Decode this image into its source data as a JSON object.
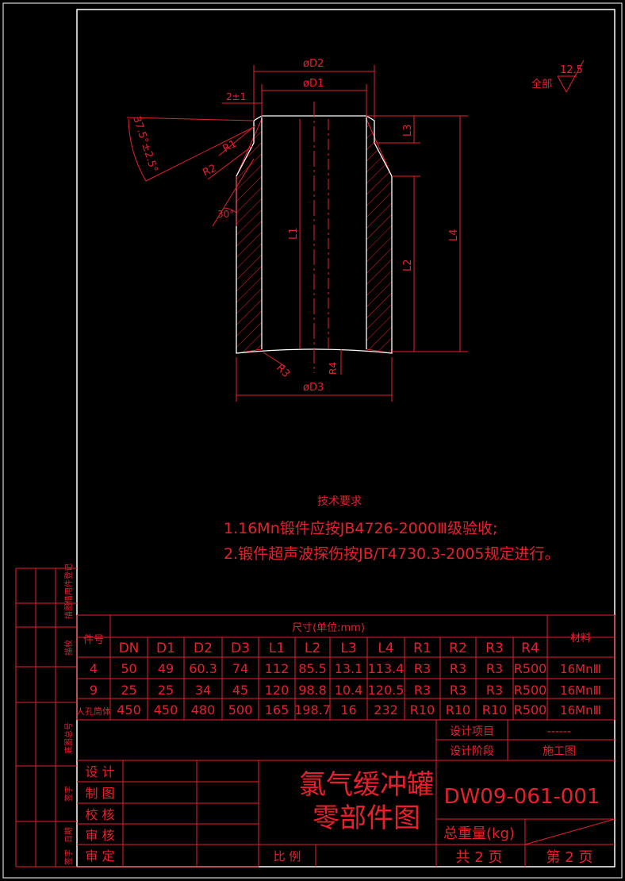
{
  "dims": {
    "d2": "øD2",
    "d1": "øD1",
    "d3": "øD3",
    "gap": "2±1",
    "angle1": "37.5°±2.5°",
    "angle2": "30°",
    "r1": "R1",
    "r2": "R2",
    "r3": "R3",
    "r4": "R4",
    "l1": "L1",
    "l2": "L2",
    "l3": "L3",
    "l4": "L4"
  },
  "roughness": {
    "label": "全部",
    "value": "12.5"
  },
  "notes": {
    "title": "技术要求",
    "line1": "1.16Mn锻件应按JB4726-2000Ⅲ级验收;",
    "line2": "2.锻件超声波探伤按JB/T4730.3-2005规定进行。"
  },
  "margin_labels": [
    "借用件登记",
    "描图",
    "描校",
    "底图总号",
    "签字",
    "日期",
    "签字"
  ],
  "table": {
    "part_no_header": "件号",
    "size_header": "尺寸(单位:mm)",
    "material_header": "材料",
    "columns": [
      "DN",
      "D1",
      "D2",
      "D3",
      "L1",
      "L2",
      "L3",
      "L4",
      "R1",
      "R2",
      "R3",
      "R4"
    ],
    "rows": [
      {
        "part": "4",
        "values": [
          "50",
          "49",
          "60.3",
          "74",
          "112",
          "85.5",
          "13.1",
          "113.4",
          "R3",
          "R3",
          "R3",
          "R500"
        ],
        "material": "16MnⅢ"
      },
      {
        "part": "9",
        "values": [
          "25",
          "25",
          "34",
          "45",
          "120",
          "98.8",
          "10.4",
          "120.5",
          "R3",
          "R3",
          "R3",
          "R500"
        ],
        "material": "16MnⅢ"
      },
      {
        "part": "人孔筒体",
        "values": [
          "450",
          "450",
          "480",
          "500",
          "165",
          "198.7",
          "16",
          "232",
          "R10",
          "R10",
          "R10",
          "R500"
        ],
        "material": "16MnⅢ"
      }
    ]
  },
  "title_block": {
    "design_project_label": "设计项目",
    "design_project_value": "------",
    "design_stage_label": "设计阶段",
    "design_stage_value": "施工图",
    "roles": [
      "设计",
      "制图",
      "校核",
      "审核",
      "审定"
    ],
    "title_line1": "氯气缓冲罐",
    "title_line2": "零部件图",
    "drawing_no": "DW09-061-001",
    "weight_label": "总重量(kg)",
    "scale_label": "比  例",
    "total_pages": "共 2 页",
    "page_no": "第 2 页"
  }
}
